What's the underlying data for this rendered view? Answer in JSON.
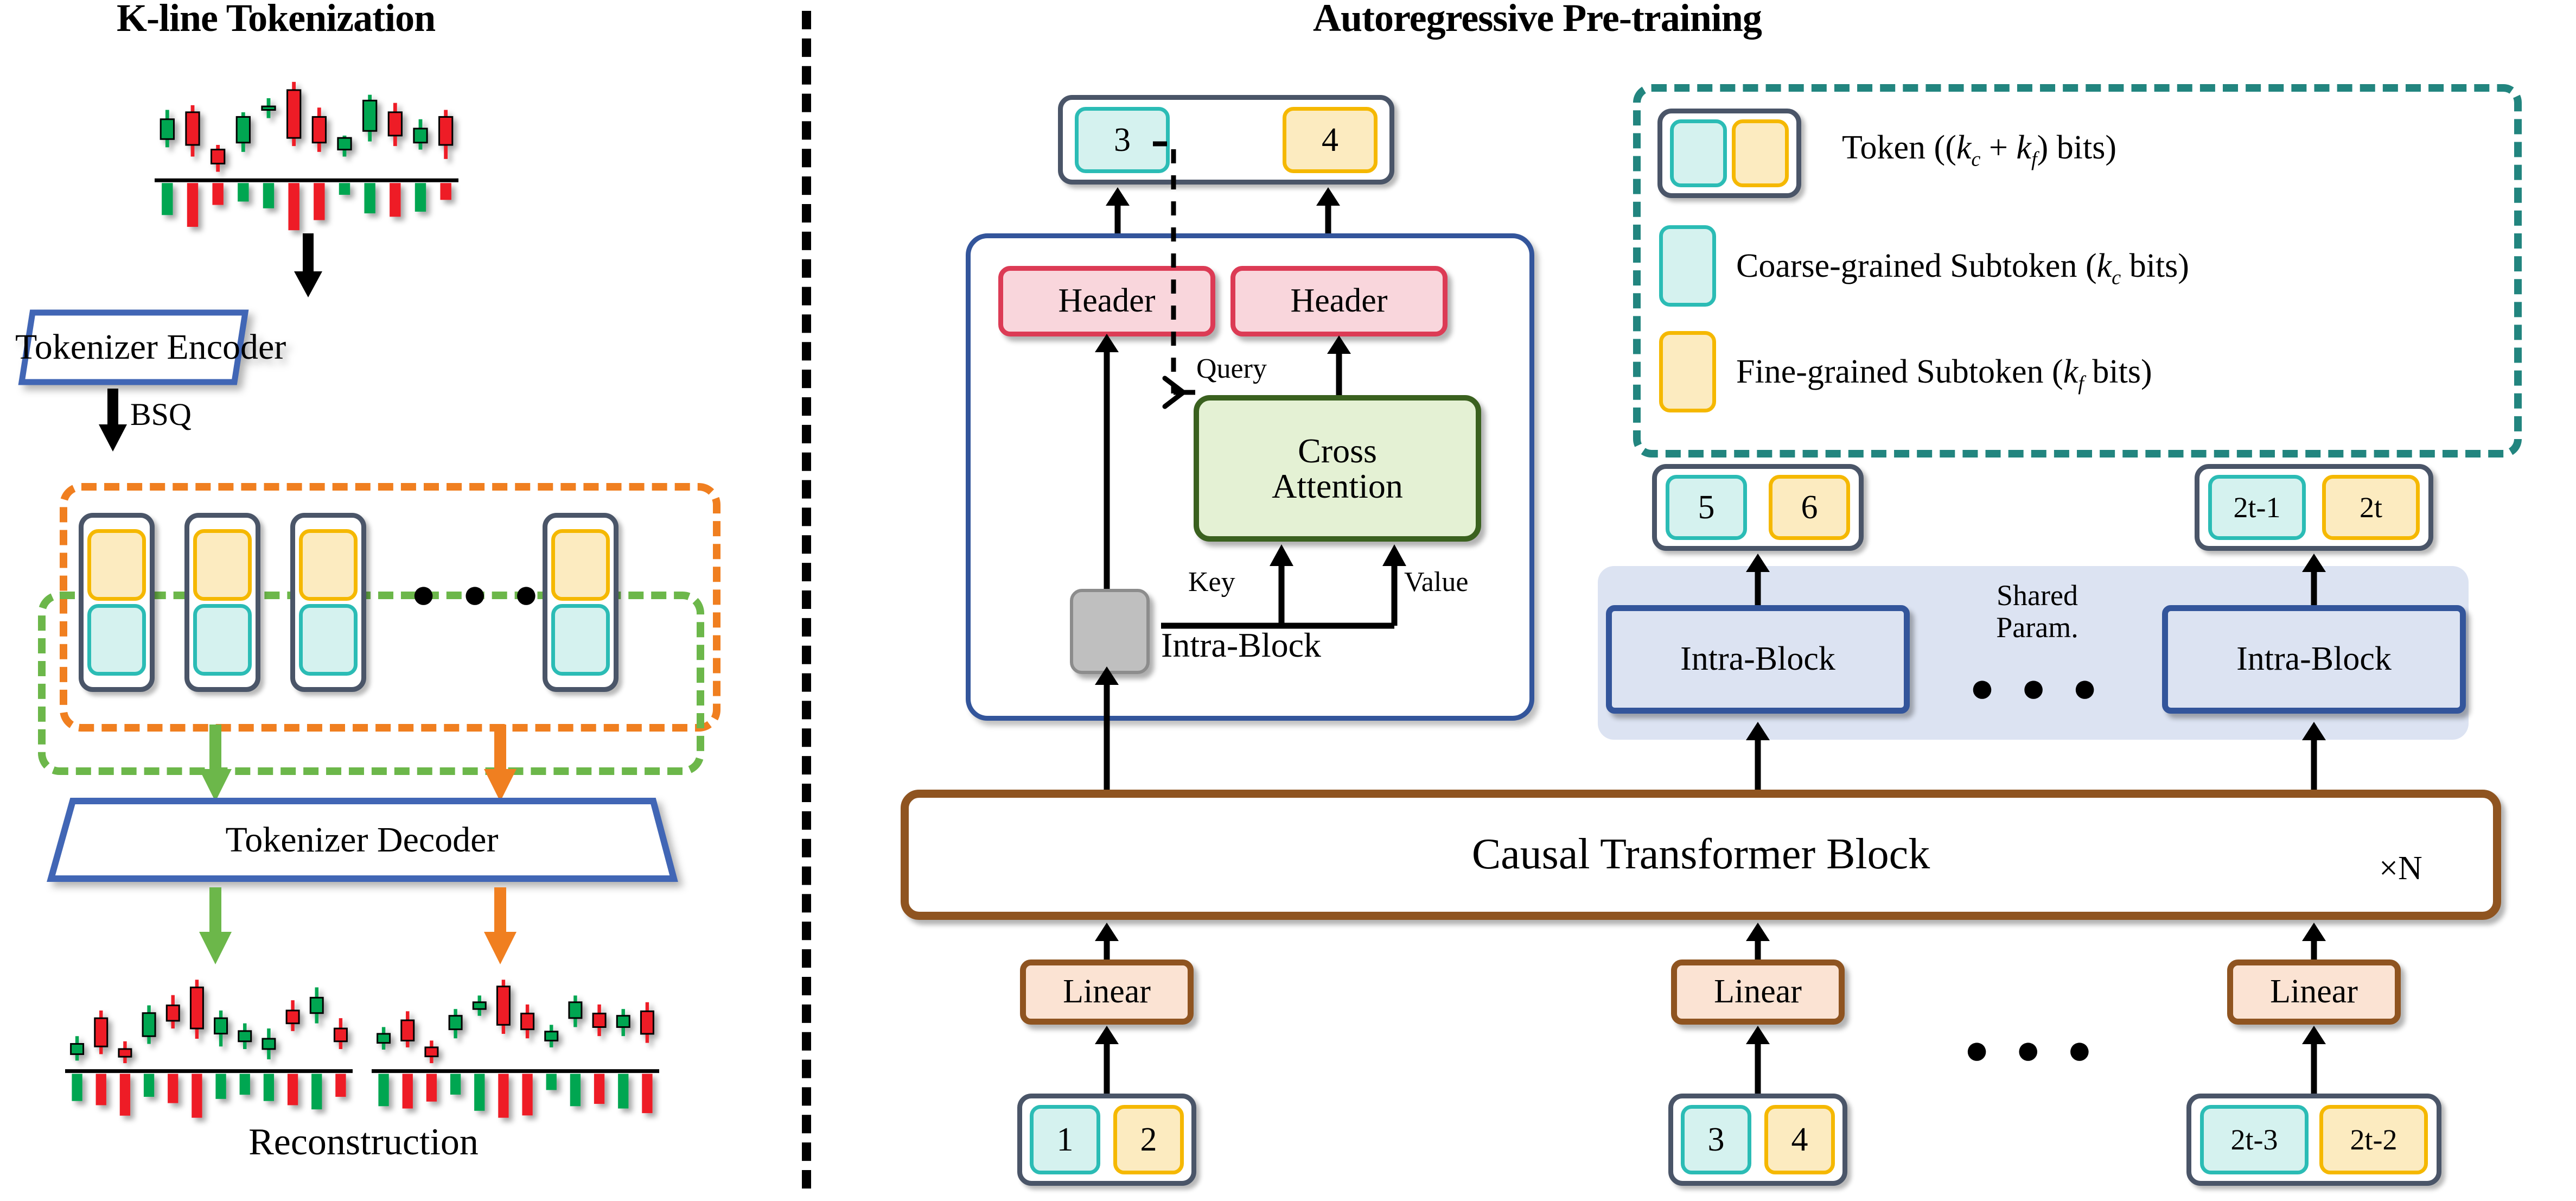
{
  "panels": {
    "left_title": "K-line Tokenization",
    "right_title": "Autoregressive Pre-training"
  },
  "left": {
    "encoder_label": "Tokenizer Encoder",
    "bsq_label": "BSQ",
    "decoder_label": "Tokenizer Decoder",
    "reconstruction_label": "Reconstruction",
    "ellipsis": "● ● ●",
    "token_count_shown": 4,
    "colors": {
      "coarse_border": "#2BBCB5",
      "coarse_fill": "#D5F2EF",
      "fine_border": "#F5B800",
      "fine_fill": "#FCEBC0",
      "token_border": "#4A5568",
      "group_all": "#F07F20",
      "group_coarse": "#6CB74A",
      "trapezoid": "#4166B5",
      "candle_up": "#00A651",
      "candle_down": "#EE1C25"
    }
  },
  "right": {
    "output_token": {
      "coarse": "3",
      "fine": "4"
    },
    "headers": [
      "Header",
      "Header"
    ],
    "cross_attention_label": "Cross\nAttention",
    "query_label": "Query",
    "key_label": "Key",
    "value_label": "Value",
    "intra_block_label": "Intra-Block",
    "shared_param_label": "Shared\nParam.",
    "shared_blocks": [
      "Intra-Block",
      "Intra-Block"
    ],
    "shared_outputs": [
      {
        "coarse": "5",
        "fine": "6"
      },
      {
        "coarse": "2t-1",
        "fine": "2t"
      }
    ],
    "causal_block_label": "Causal Transformer Block",
    "repeat_label": "×N",
    "linear_label": "Linear",
    "linears": [
      "Linear",
      "Linear",
      "Linear"
    ],
    "input_tokens": [
      {
        "coarse": "1",
        "fine": "2"
      },
      {
        "coarse": "3",
        "fine": "4"
      },
      {
        "coarse": "2t-3",
        "fine": "2t-2"
      }
    ],
    "ellipsis": "● ● ●",
    "colors": {
      "header_border": "#DC3B55",
      "header_fill": "#F9D6DC",
      "cross_border": "#3A611F",
      "cross_fill": "#E4F1D4",
      "linear_border": "#8F5420",
      "linear_fill": "#FBE3D3",
      "intra_border": "#33559B",
      "intra_fill": "#DCE3F2",
      "causal_border": "#8F5420",
      "legend_border": "#22857F"
    }
  },
  "legend": {
    "items": [
      {
        "swatch": "token",
        "text_pre": "Token ((",
        "k1": "k",
        "k1sub": "c",
        "plus": " + ",
        "k2": "k",
        "k2sub": "f",
        "text_post": ") bits)"
      },
      {
        "swatch": "coarse",
        "text_pre": "Coarse-grained Subtoken (",
        "k1": "k",
        "k1sub": "c",
        "plus": "",
        "k2": "",
        "k2sub": "",
        "text_post": " bits)"
      },
      {
        "swatch": "fine",
        "text_pre": "Fine-grained Subtoken (",
        "k1": "k",
        "k1sub": "f",
        "plus": "",
        "k2": "",
        "k2sub": "",
        "text_post": " bits)"
      }
    ]
  },
  "chart_data": {
    "type": "candlestick",
    "title": "K-line Tokenization",
    "series": [
      {
        "name": "original",
        "candles": [
          {
            "o": 55,
            "c": 72,
            "h": 80,
            "l": 48,
            "dir": "up",
            "vol": 38,
            "voldir": "up"
          },
          {
            "o": 78,
            "c": 50,
            "h": 84,
            "l": 40,
            "dir": "down",
            "vol": 52,
            "voldir": "down"
          },
          {
            "o": 46,
            "c": 34,
            "h": 50,
            "l": 27,
            "dir": "down",
            "vol": 26,
            "voldir": "down"
          },
          {
            "o": 52,
            "c": 74,
            "h": 78,
            "l": 44,
            "dir": "up",
            "vol": 22,
            "voldir": "up"
          },
          {
            "o": 80,
            "c": 83,
            "h": 90,
            "l": 73,
            "dir": "up",
            "vol": 30,
            "voldir": "up"
          },
          {
            "o": 97,
            "c": 56,
            "h": 104,
            "l": 49,
            "dir": "down",
            "vol": 56,
            "voldir": "down"
          },
          {
            "o": 74,
            "c": 52,
            "h": 82,
            "l": 44,
            "dir": "down",
            "vol": 44,
            "voldir": "down"
          },
          {
            "o": 56,
            "c": 46,
            "h": 58,
            "l": 40,
            "dir": "up",
            "vol": 14,
            "voldir": "up"
          },
          {
            "o": 88,
            "c": 62,
            "h": 93,
            "l": 53,
            "dir": "up",
            "vol": 36,
            "voldir": "up"
          },
          {
            "o": 78,
            "c": 58,
            "h": 86,
            "l": 49,
            "dir": "down",
            "vol": 40,
            "voldir": "down"
          },
          {
            "o": 64,
            "c": 52,
            "h": 72,
            "l": 46,
            "dir": "up",
            "vol": 34,
            "voldir": "up"
          },
          {
            "o": 74,
            "c": 50,
            "h": 80,
            "l": 38,
            "dir": "down",
            "vol": 20,
            "voldir": "down"
          }
        ]
      },
      {
        "name": "reconstruction-left",
        "candles": [
          {
            "o": 38,
            "c": 46,
            "h": 52,
            "l": 33,
            "dir": "up",
            "vol": 26,
            "voldir": "up"
          },
          {
            "o": 66,
            "c": 44,
            "h": 72,
            "l": 38,
            "dir": "down",
            "vol": 30,
            "voldir": "down"
          },
          {
            "o": 42,
            "c": 36,
            "h": 48,
            "l": 31,
            "dir": "down",
            "vol": 40,
            "voldir": "down"
          },
          {
            "o": 52,
            "c": 70,
            "h": 76,
            "l": 46,
            "dir": "up",
            "vol": 22,
            "voldir": "up"
          },
          {
            "o": 76,
            "c": 64,
            "h": 84,
            "l": 58,
            "dir": "down",
            "vol": 28,
            "voldir": "down"
          },
          {
            "o": 90,
            "c": 58,
            "h": 96,
            "l": 50,
            "dir": "down",
            "vol": 42,
            "voldir": "down"
          },
          {
            "o": 66,
            "c": 54,
            "h": 72,
            "l": 44,
            "dir": "up",
            "vol": 24,
            "voldir": "up"
          },
          {
            "o": 56,
            "c": 48,
            "h": 62,
            "l": 42,
            "dir": "up",
            "vol": 20,
            "voldir": "up"
          },
          {
            "o": 50,
            "c": 42,
            "h": 58,
            "l": 34,
            "dir": "up",
            "vol": 26,
            "voldir": "up"
          },
          {
            "o": 72,
            "c": 62,
            "h": 80,
            "l": 56,
            "dir": "down",
            "vol": 30,
            "voldir": "down"
          },
          {
            "o": 82,
            "c": 70,
            "h": 90,
            "l": 62,
            "dir": "up",
            "vol": 34,
            "voldir": "up"
          },
          {
            "o": 58,
            "c": 48,
            "h": 66,
            "l": 42,
            "dir": "down",
            "vol": 22,
            "voldir": "down"
          }
        ]
      },
      {
        "name": "reconstruction-right",
        "candles": [
          {
            "o": 44,
            "c": 52,
            "h": 58,
            "l": 38,
            "dir": "up",
            "vol": 28,
            "voldir": "up"
          },
          {
            "o": 64,
            "c": 46,
            "h": 72,
            "l": 40,
            "dir": "down",
            "vol": 30,
            "voldir": "down"
          },
          {
            "o": 40,
            "c": 32,
            "h": 46,
            "l": 26,
            "dir": "down",
            "vol": 24,
            "voldir": "down"
          },
          {
            "o": 56,
            "c": 68,
            "h": 74,
            "l": 48,
            "dir": "up",
            "vol": 18,
            "voldir": "up"
          },
          {
            "o": 74,
            "c": 80,
            "h": 86,
            "l": 68,
            "dir": "up",
            "vol": 32,
            "voldir": "up"
          },
          {
            "o": 94,
            "c": 60,
            "h": 100,
            "l": 52,
            "dir": "down",
            "vol": 38,
            "voldir": "down"
          },
          {
            "o": 70,
            "c": 56,
            "h": 78,
            "l": 48,
            "dir": "down",
            "vol": 36,
            "voldir": "down"
          },
          {
            "o": 54,
            "c": 46,
            "h": 60,
            "l": 40,
            "dir": "up",
            "vol": 14,
            "voldir": "up"
          },
          {
            "o": 80,
            "c": 66,
            "h": 86,
            "l": 58,
            "dir": "up",
            "vol": 28,
            "voldir": "up"
          },
          {
            "o": 70,
            "c": 58,
            "h": 78,
            "l": 50,
            "dir": "down",
            "vol": 26,
            "voldir": "down"
          },
          {
            "o": 68,
            "c": 58,
            "h": 74,
            "l": 50,
            "dir": "up",
            "vol": 30,
            "voldir": "up"
          },
          {
            "o": 72,
            "c": 52,
            "h": 80,
            "l": 44,
            "dir": "down",
            "vol": 34,
            "voldir": "down"
          }
        ]
      }
    ],
    "ylabel": "",
    "xlabel": "",
    "grid": false,
    "legend": "none"
  }
}
